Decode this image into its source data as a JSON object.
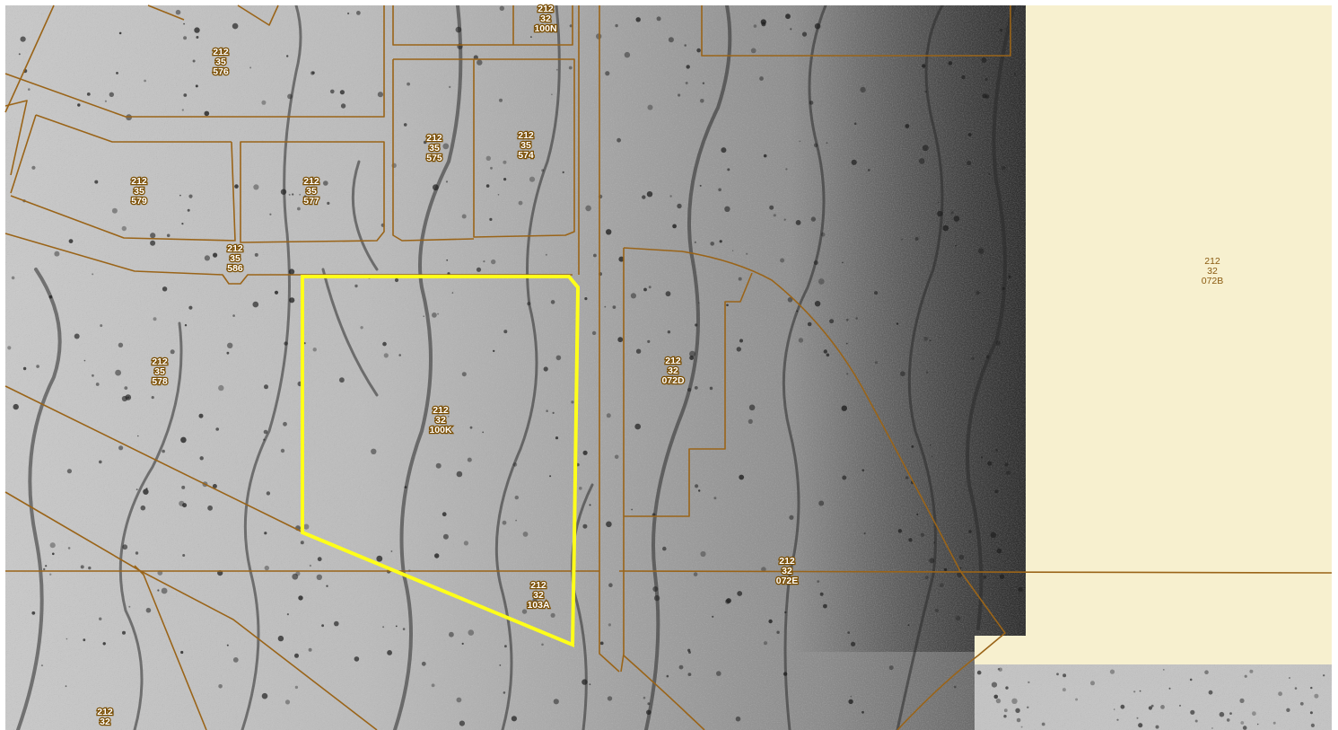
{
  "colors": {
    "parcel_line": "#9a6418",
    "subject_outline": "#ffff1a",
    "unimaged_fill": "#f7f0cf",
    "label_halo": "#7a4d00"
  },
  "parcels": [
    {
      "id": "p100N",
      "book": "212",
      "map": "32",
      "parcel": "100N"
    },
    {
      "id": "p576",
      "book": "212",
      "map": "35",
      "parcel": "576"
    },
    {
      "id": "p575",
      "book": "212",
      "map": "35",
      "parcel": "575"
    },
    {
      "id": "p574",
      "book": "212",
      "map": "35",
      "parcel": "574"
    },
    {
      "id": "p579",
      "book": "212",
      "map": "35",
      "parcel": "579"
    },
    {
      "id": "p577",
      "book": "212",
      "map": "35",
      "parcel": "577"
    },
    {
      "id": "p586",
      "book": "212",
      "map": "35",
      "parcel": "586"
    },
    {
      "id": "p578",
      "book": "212",
      "map": "35",
      "parcel": "578"
    },
    {
      "id": "p100K",
      "book": "212",
      "map": "32",
      "parcel": "100K"
    },
    {
      "id": "p072D",
      "book": "212",
      "map": "32",
      "parcel": "072D"
    },
    {
      "id": "p072B",
      "book": "212",
      "map": "32",
      "parcel": "072B"
    },
    {
      "id": "p103A",
      "book": "212",
      "map": "32",
      "parcel": "103A"
    },
    {
      "id": "p072E",
      "book": "212",
      "map": "32",
      "parcel": "072E"
    },
    {
      "id": "pBottom",
      "book": "212",
      "map": "32",
      "parcel": ""
    }
  ]
}
